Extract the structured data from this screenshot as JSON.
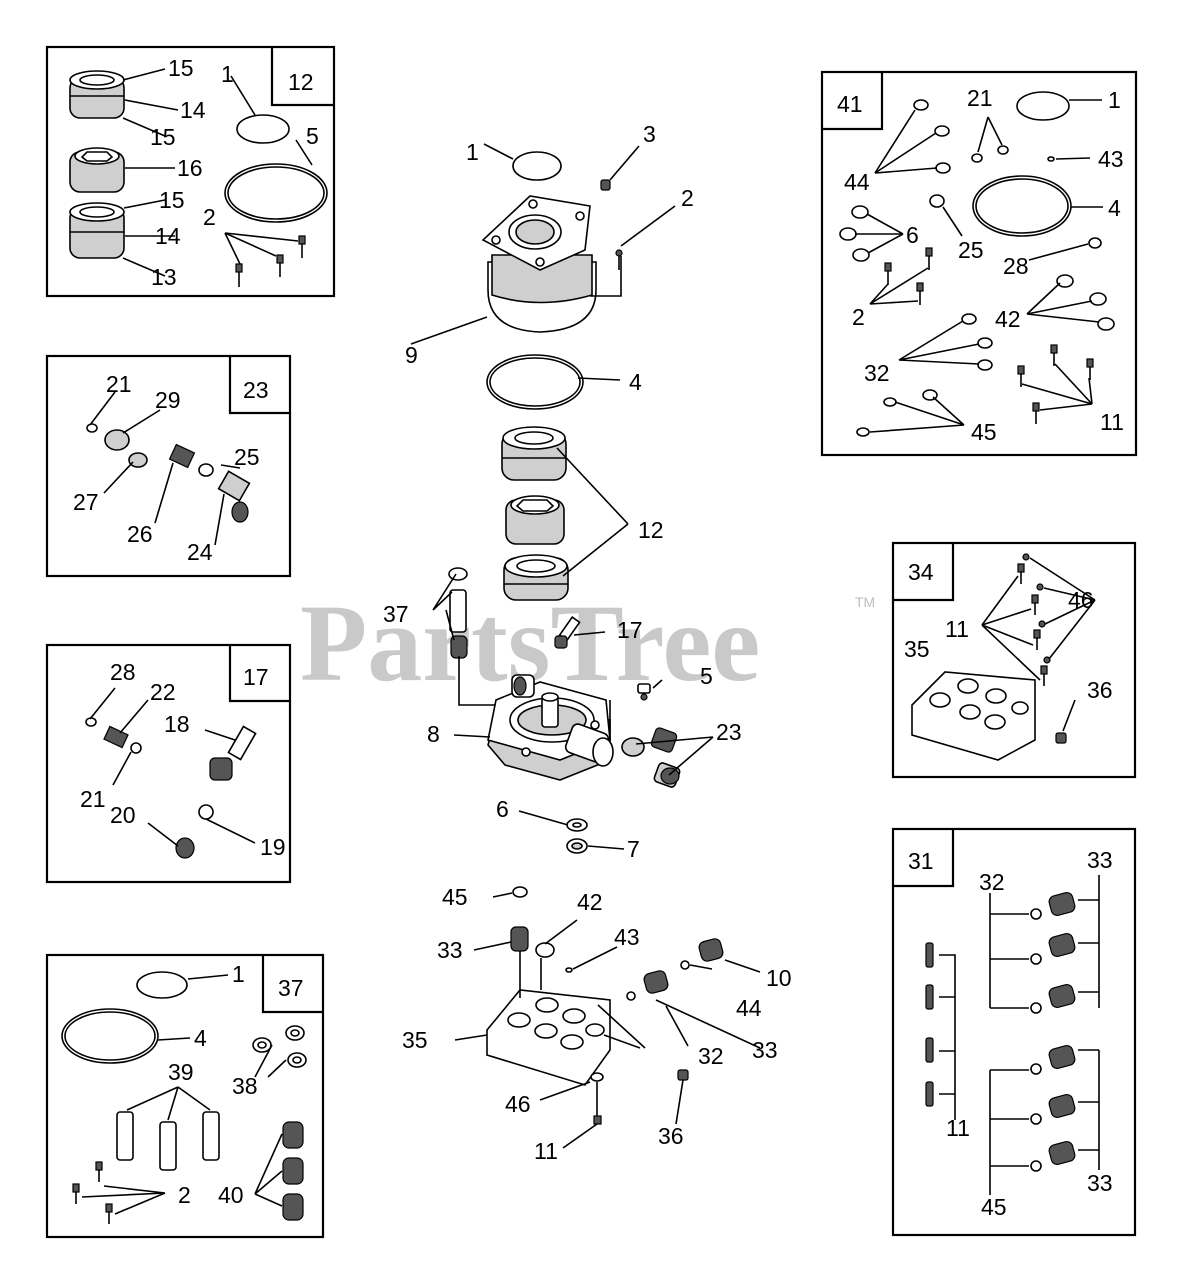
{
  "watermark": {
    "text": "PartsTree",
    "trademark": "TM"
  },
  "kits": [
    {
      "id": "12",
      "labels": [
        "15",
        "14",
        "15",
        "16",
        "15",
        "14",
        "13",
        "1",
        "5",
        "2"
      ]
    },
    {
      "id": "23",
      "labels": [
        "21",
        "29",
        "27",
        "26",
        "25",
        "24"
      ]
    },
    {
      "id": "17",
      "labels": [
        "28",
        "22",
        "18",
        "21",
        "20",
        "19"
      ]
    },
    {
      "id": "37",
      "labels": [
        "1",
        "4",
        "38",
        "39",
        "2",
        "40"
      ]
    },
    {
      "id": "41",
      "labels": [
        "21",
        "1",
        "43",
        "44",
        "4",
        "6",
        "25",
        "28",
        "2",
        "42",
        "32",
        "11",
        "45"
      ]
    },
    {
      "id": "34",
      "labels": [
        "46",
        "11",
        "35",
        "36"
      ]
    },
    {
      "id": "31",
      "labels": [
        "32",
        "33",
        "11",
        "45",
        "33"
      ]
    }
  ],
  "main_labels": [
    "1",
    "3",
    "2",
    "9",
    "4",
    "12",
    "37",
    "17",
    "5",
    "8",
    "23",
    "6",
    "7",
    "45",
    "42",
    "43",
    "33",
    "10",
    "44",
    "35",
    "33",
    "32",
    "46",
    "36",
    "11"
  ]
}
